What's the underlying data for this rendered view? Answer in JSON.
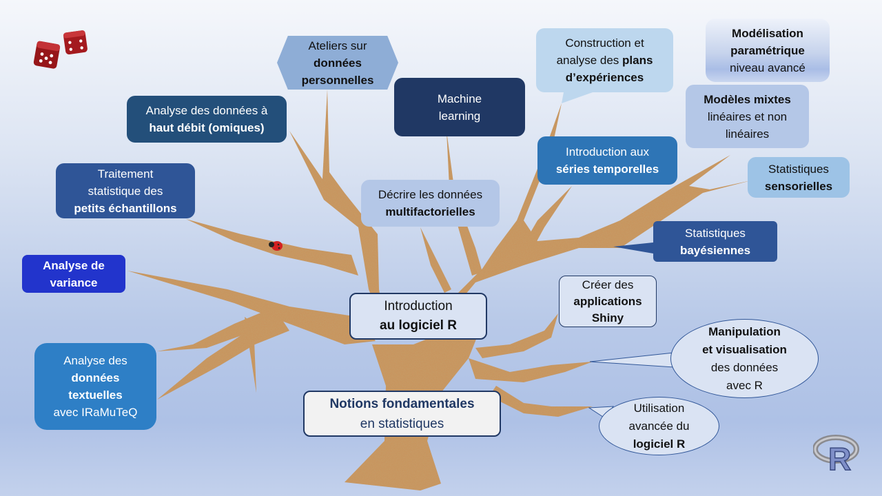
{
  "title": "Arbre des formations en statistiques",
  "colors": {
    "bark": "#c8955f",
    "bark_dark": "#a4733f",
    "dark_navy": "#203864",
    "navy": "#2f5597",
    "teal_navy": "#234f7a",
    "mid_blue": "#2e75b6",
    "royal_blue": "#2234cc",
    "light_blue": "#b4c7e7",
    "pale_blue": "#bdd7ee",
    "sky_blue": "#9dc3e6",
    "hex_blue": "#8eadd6"
  },
  "icons": {
    "dice": "dice-icon",
    "ladybug": "ladybug-icon",
    "r_logo": "r-logo-icon"
  },
  "nodes": {
    "ateliers": {
      "line1": "Ateliers sur",
      "line2": "données",
      "line3": "personnelles"
    },
    "omiques": {
      "line1": "Analyse des données à",
      "line2": "haut débit (omiques)"
    },
    "machine": {
      "line1": "Machine",
      "line2": "learning"
    },
    "plans": {
      "line1": "Construction et",
      "line2a": "analyse des ",
      "line2b": "plans",
      "line3": "d’expériences"
    },
    "param": {
      "line1": "Modélisation",
      "line2": "paramétrique",
      "line3": "niveau avancé"
    },
    "mixtes": {
      "line1": "Modèles mixtes",
      "line2": "linéaires et non",
      "line3": "linéaires"
    },
    "series": {
      "line1": "Introduction aux",
      "line2": "séries temporelles"
    },
    "sensor": {
      "line1": "Statistiques",
      "line2": "sensorielles"
    },
    "petits": {
      "line1": "Traitement",
      "line2": "statistique des",
      "line3": "petits échantillons"
    },
    "multi": {
      "line1": "Décrire les données",
      "line2": "multifactorielles"
    },
    "bayes": {
      "line1": "Statistiques",
      "line2": "bayésiennes"
    },
    "anova": {
      "line1": "Analyse de",
      "line2": "variance"
    },
    "intro": {
      "line1": "Introduction",
      "line2": "au logiciel R"
    },
    "shiny": {
      "line1": "Créer des",
      "line2": "applications",
      "line3": "Shiny"
    },
    "textuel": {
      "line1": "Analyse des",
      "line2": "données",
      "line3": "textuelles",
      "line4": "avec IRaMuTeQ"
    },
    "notions": {
      "line1": "Notions fondamentales",
      "line2": "en statistiques"
    },
    "manip": {
      "line1": "Manipulation",
      "line2": "et visualisation",
      "line3": "des données",
      "line4": "avec R"
    },
    "avance": {
      "line1": "Utilisation",
      "line2": "avancée du",
      "line3": "logiciel R"
    }
  }
}
